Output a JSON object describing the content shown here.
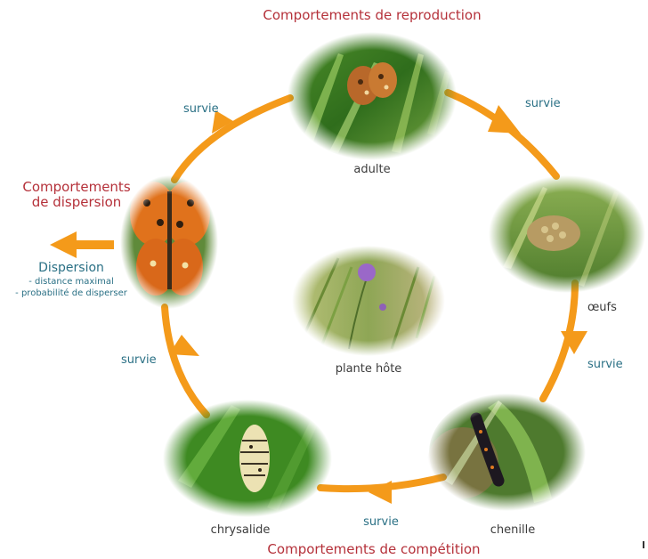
{
  "behaviors": {
    "reproduction": "Comportements de reproduction",
    "dispersal_line1": "Comportements",
    "dispersal_line2": "de dispersion",
    "competition": "Comportements de compétition"
  },
  "stages": {
    "adult": "adulte",
    "eggs": "œufs",
    "caterpillar": "chenille",
    "chrysalis": "chrysalide",
    "host_plant": "plante hôte"
  },
  "transitions": {
    "adult_to_eggs": "survie",
    "eggs_to_caterpillar": "survie",
    "caterpillar_to_chrysalis": "survie",
    "chrysalis_to_adult": "survie",
    "dispersal_to_adult": "survie"
  },
  "dispersal": {
    "title": "Dispersion",
    "items": [
      "- distance maximal",
      "- probabilité de disperser"
    ]
  },
  "colors": {
    "arrow": "#f49a1a",
    "behavior_label": "#b5313a",
    "transition_label": "#2a7085",
    "stage_label": "#3c3c3c"
  }
}
